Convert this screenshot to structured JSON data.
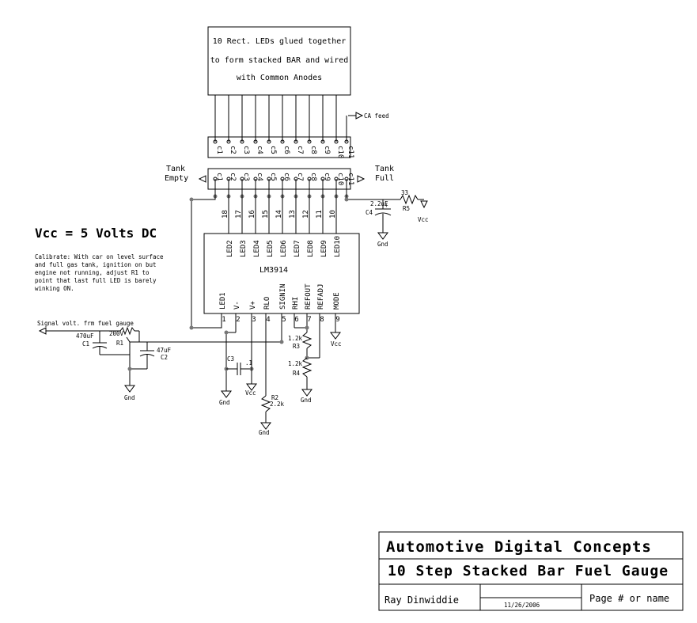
{
  "led_box": {
    "line1": "10 Rect. LEDs glued together",
    "line2": "to form stacked BAR and wired",
    "line3": "with Common Anodes"
  },
  "ca_feed": "CA feed",
  "top_connector_pins": [
    "c1",
    "c2",
    "c3",
    "c4",
    "c5",
    "c6",
    "c7",
    "c8",
    "c9",
    "c10",
    "c11"
  ],
  "bottom_connector_pins": [
    "c1",
    "c2",
    "c3",
    "c4",
    "c5",
    "c6",
    "c7",
    "c8",
    "c9",
    "c10",
    "c11"
  ],
  "tank_empty": [
    "Tank",
    "Empty"
  ],
  "tank_full": [
    "Tank",
    "Full"
  ],
  "chip": {
    "name": "LM3914",
    "top_pins": [
      "18",
      "17",
      "16",
      "15",
      "14",
      "13",
      "12",
      "11",
      "10"
    ],
    "top_labels": [
      "LED2",
      "LED3",
      "LED4",
      "LED5",
      "LED6",
      "LED7",
      "LED8",
      "LED9",
      "LED10"
    ],
    "bottom_pins": [
      "1",
      "2",
      "3",
      "4",
      "5",
      "6",
      "7",
      "8",
      "9"
    ],
    "bottom_labels": [
      "LED1",
      "V-",
      "V+",
      "RLO",
      "SIGNIN",
      "RHI",
      "REFOUT",
      "REFADJ",
      "MODE"
    ]
  },
  "vcc_title": "Vcc = 5 Volts DC",
  "calibrate_note": [
    "Calibrate: With car on level surface",
    "and full gas tank, ignition on but",
    "engine not running, adjust R1 to",
    "point that last full LED is barely",
    "winking ON."
  ],
  "signal_label": "Signal volt. frm fuel gauge",
  "components": {
    "c1_value": "470uF",
    "c1_name": "C1",
    "r1_value": "200V",
    "r1_name": "R1",
    "c2_value": "47uF",
    "c2_name": "C2",
    "c3_name": "C3",
    "c3_value": ".1",
    "r2_name": "R2",
    "r2_value": "2.2k",
    "r3_value": "1.2k",
    "r3_name": "R3",
    "r4_value": "1.2k",
    "r4_name": "R4",
    "r5_value": "33",
    "r5_name": "R5",
    "c4_value": "2.2uF",
    "c4_name": "C4",
    "c4_plus": "+"
  },
  "gnd_label": "Gnd",
  "vcc_label": "Vcc",
  "title_block": {
    "company": "Automotive Digital Concepts",
    "title": "10 Step Stacked Bar Fuel Gauge",
    "author": "Ray Dinwiddie",
    "date": "11/26/2006",
    "page": "Page # or name"
  }
}
